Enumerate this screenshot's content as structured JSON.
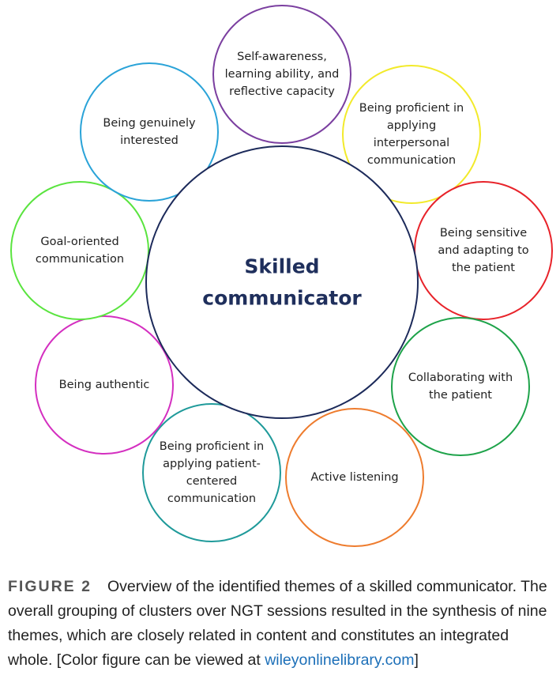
{
  "center": {
    "lines": [
      "Skilled",
      "communicator"
    ],
    "color": "#1c2a5a"
  },
  "themes": [
    {
      "lines": [
        "Self-awareness,",
        "learning ability, and",
        "reflective capacity"
      ],
      "color": "#7b3fa0"
    },
    {
      "lines": [
        "Being proficient in",
        "applying",
        "interpersonal",
        "communication"
      ],
      "color": "#f2ea2b"
    },
    {
      "lines": [
        "Being sensitive",
        "and adapting to",
        "the patient"
      ],
      "color": "#e8232a"
    },
    {
      "lines": [
        "Collaborating with",
        "the patient"
      ],
      "color": "#1ea34a"
    },
    {
      "lines": [
        "Active listening"
      ],
      "color": "#ee7c2e"
    },
    {
      "lines": [
        "Being proficient in",
        "applying patient-",
        "centered",
        "communication"
      ],
      "color": "#1f9a9a"
    },
    {
      "lines": [
        "Being authentic"
      ],
      "color": "#d42fc0"
    },
    {
      "lines": [
        "Goal-oriented",
        "communication"
      ],
      "color": "#5ae43f"
    },
    {
      "lines": [
        "Being genuinely",
        "interested"
      ],
      "color": "#2aa3d8"
    }
  ],
  "caption": {
    "label": "FIGURE 2",
    "text": "Overview of the identified themes of a skilled communicator. The overall grouping of clusters over NGT sessions resulted in the synthesis of nine themes, which are closely related in content and constitutes an integrated whole. [Color figure can be viewed at ",
    "link": "wileyonlinelibrary.com",
    "end": "]"
  }
}
